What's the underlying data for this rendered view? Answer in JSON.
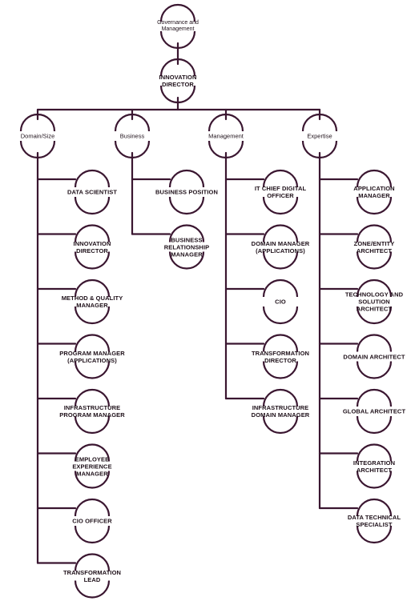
{
  "colors": {
    "line": "#3a1630",
    "text": "#1e1019"
  },
  "root": {
    "lines": [
      "Governance and",
      "Management"
    ]
  },
  "director": {
    "lines": [
      "INNOVATION",
      "DIRECTOR"
    ]
  },
  "categories": [
    {
      "name": "Domain/Size",
      "roles": [
        {
          "lines": [
            "DATA SCIENTIST"
          ]
        },
        {
          "lines": [
            "INNOVATION",
            "DIRECTOR"
          ]
        },
        {
          "lines": [
            "METHOD & QUALITY",
            "MANAGER"
          ]
        },
        {
          "lines": [
            "PROGRAM MANAGER",
            "(APPLICATIONS)"
          ]
        },
        {
          "lines": [
            "INFRASTRUCTURE",
            "PROGRAM MANAGER"
          ]
        },
        {
          "lines": [
            "EMPLOYEE",
            "EXPERIENCE",
            "MANAGER"
          ]
        },
        {
          "lines": [
            "CIO OFFICER"
          ]
        },
        {
          "lines": [
            "TRANSFORMATION",
            "LEAD"
          ]
        }
      ]
    },
    {
      "name": "Business",
      "roles": [
        {
          "lines": [
            "BUSINESS POSITION"
          ]
        },
        {
          "lines": [
            "BUSINESS",
            "RELATIONSHIP",
            "MANAGER"
          ]
        }
      ]
    },
    {
      "name": "Management",
      "roles": [
        {
          "lines": [
            "IT CHIEF DIGITAL",
            "OFFICER"
          ]
        },
        {
          "lines": [
            "DOMAIN MANAGER",
            "(APPLICATIONS)"
          ]
        },
        {
          "lines": [
            "CIO"
          ]
        },
        {
          "lines": [
            "TRANSFORMATION",
            "DIRECTOR"
          ]
        },
        {
          "lines": [
            "INFRASTRUCTURE",
            "DOMAIN MANAGER"
          ]
        }
      ]
    },
    {
      "name": "Expertise",
      "roles": [
        {
          "lines": [
            "APPLICATION",
            "MANAGER"
          ]
        },
        {
          "lines": [
            "ZONE/ENTITY",
            "ARCHITECT"
          ]
        },
        {
          "lines": [
            "TECHNOLOGY AND",
            "SOLUTION",
            "ARCHITECT"
          ]
        },
        {
          "lines": [
            "DOMAIN ARCHITECT"
          ]
        },
        {
          "lines": [
            "GLOBAL ARCHITECT"
          ]
        },
        {
          "lines": [
            "INTEGRATION",
            "ARCHITECT"
          ]
        },
        {
          "lines": [
            "DATA TECHNICAL",
            "SPECIALIST"
          ]
        }
      ]
    }
  ]
}
